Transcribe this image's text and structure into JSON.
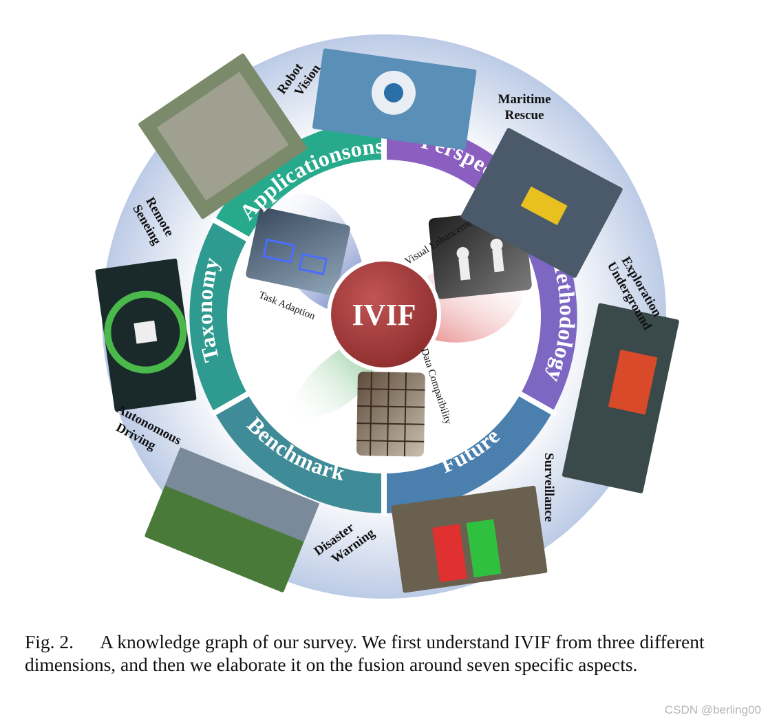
{
  "center": {
    "label": "IVIF"
  },
  "segments": {
    "applications": "Applicationsons",
    "perspectives": "Perspectives",
    "methodology": "Methodology",
    "future": "Future",
    "benchmark": "Benchmark",
    "taxonomy": "Taxonomy"
  },
  "inner": {
    "task_adaption": "Task Adaption",
    "visual_enhancement": "Visual Enhancement",
    "data_compatibility": "Data Compatibility"
  },
  "applications": {
    "robot_vision": [
      "Robot",
      "Vision"
    ],
    "maritime_rescue": [
      "Maritime",
      "Rescue"
    ],
    "underground_exploration": [
      "Underground",
      "Exploration"
    ],
    "surveillance": "Surveillance",
    "disaster_warning": [
      "Disaster",
      "Warning"
    ],
    "autonomous_driving": [
      "Autonomous",
      "Driving"
    ],
    "remote_sensing": [
      "Remote",
      "Seneing"
    ]
  },
  "colors": {
    "teal": "#27a98c",
    "teal_dark": "#2f9a8f",
    "purple": "#8a5fc0",
    "violet": "#7d67c2",
    "steel_blue": "#4a7fae",
    "slate": "#3f8c98",
    "center_red": "#a23a3a",
    "outer_ring": "#cdd8ec"
  },
  "caption": {
    "label": "Fig. 2.",
    "text": "A knowledge graph of our survey. We first understand IVIF from three different dimensions, and then we elaborate it on the fusion around seven specific aspects."
  },
  "watermark": "CSDN @berling00"
}
